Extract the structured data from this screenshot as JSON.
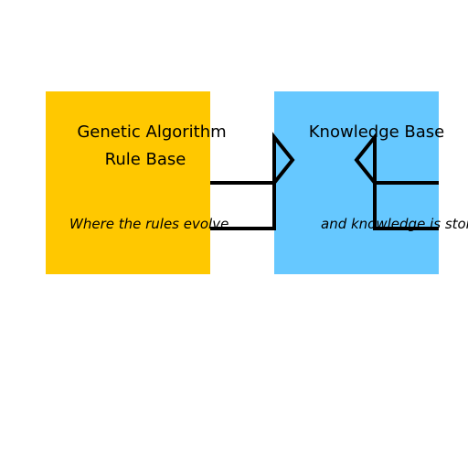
{
  "colors": {
    "background": "#ffffff",
    "left_box": "#ffc800",
    "right_box": "#66c8ff",
    "line": "#000000",
    "text": "#000000"
  },
  "left_box": {
    "title_line1": "Genetic Algorithm",
    "title_line2": "Rule Base",
    "caption": "Where the rules evolve"
  },
  "right_box": {
    "title": "Knowledge Base",
    "caption": "and knowledge is stored"
  }
}
